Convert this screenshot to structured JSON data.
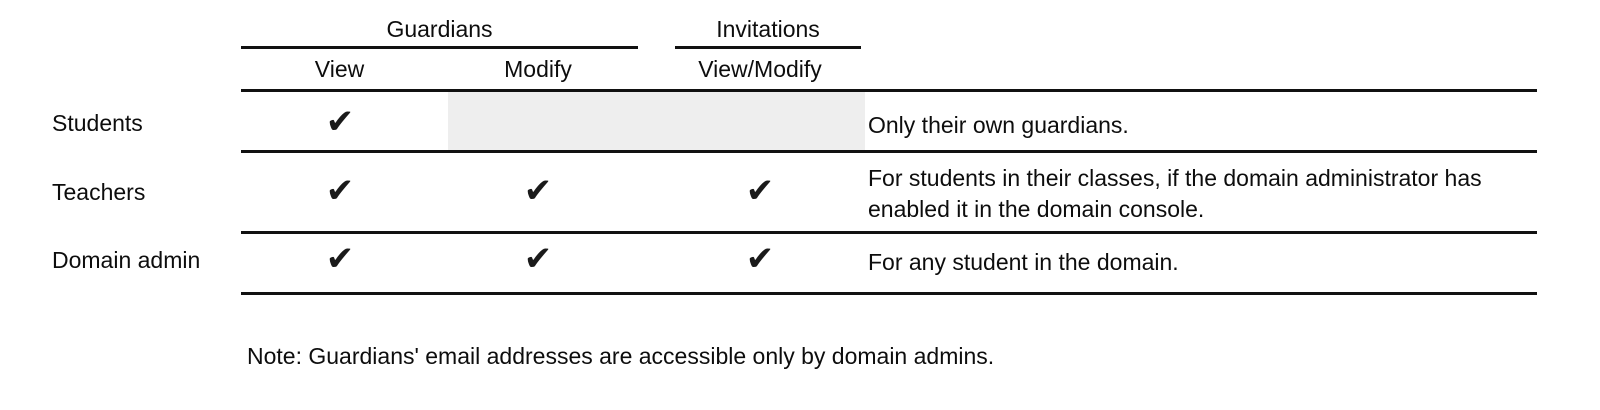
{
  "table": {
    "column_groups": [
      {
        "label": "Guardians"
      },
      {
        "label": "Invitations"
      }
    ],
    "columns": [
      {
        "label": "View"
      },
      {
        "label": "Modify"
      },
      {
        "label": "View/Modify"
      }
    ],
    "rows": [
      {
        "label": "Students",
        "view": "✔",
        "modify": "",
        "invitations": "",
        "description": "Only their own guardians."
      },
      {
        "label": "Teachers",
        "view": "✔",
        "modify": "✔",
        "invitations": "✔",
        "description": "For students in their classes, if the domain administrator has enabled it in the domain console."
      },
      {
        "label": "Domain admin",
        "view": "✔",
        "modify": "✔",
        "invitations": "✔",
        "description": "For any student in the domain."
      }
    ]
  },
  "note": "Note: Guardians' email addresses are accessible only by domain admins.",
  "colors": {
    "rule": "#111111",
    "text": "#0d0d0d",
    "shaded_cell": "#eeeeee",
    "background": "#ffffff"
  },
  "icons": {
    "check": "check-mark-icon"
  }
}
